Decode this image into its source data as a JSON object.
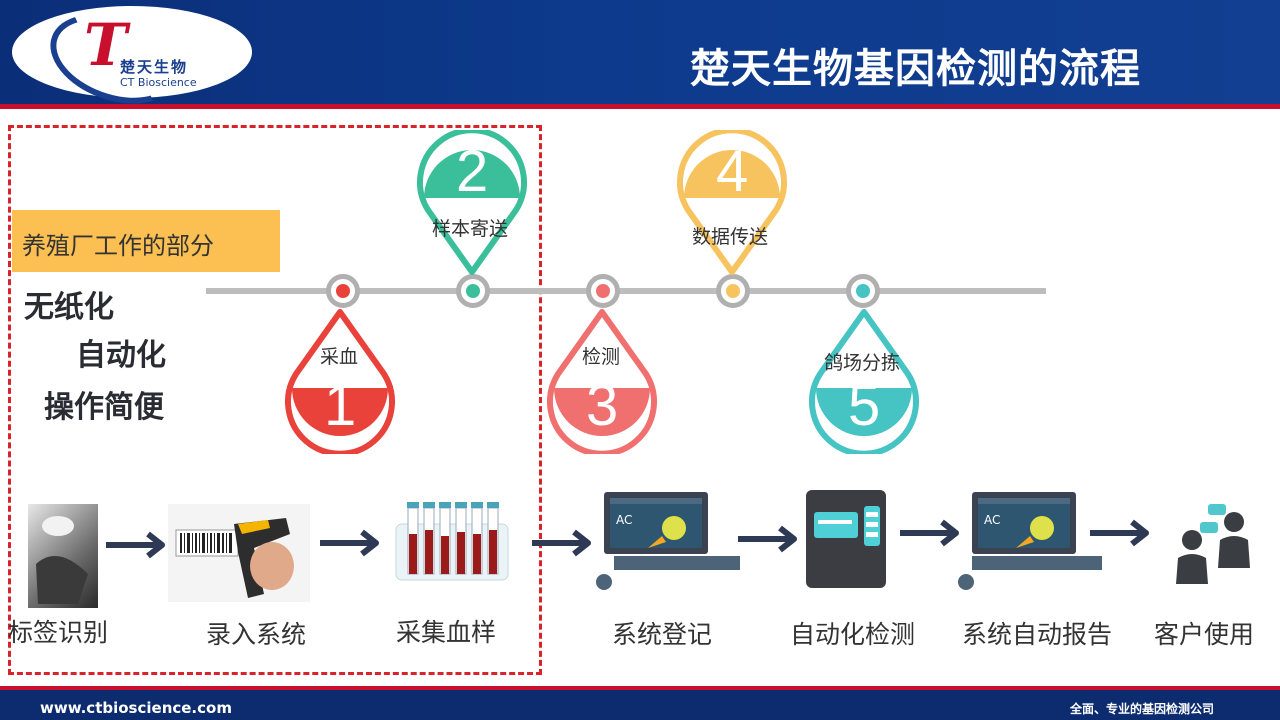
{
  "header": {
    "logo_letter": "T",
    "logo_cn": "楚天生物",
    "logo_en": "CT Bioscience",
    "title": "楚天生物基因检测的流程"
  },
  "farm": {
    "label": "养殖厂工作的部分",
    "features": [
      "无纸化",
      "自动化",
      "操作简便"
    ]
  },
  "milestones": [
    {
      "num": "1",
      "label": "采血",
      "color": "#e8423b"
    },
    {
      "num": "2",
      "label": "样本寄送",
      "color": "#3bbf9a"
    },
    {
      "num": "3",
      "label": "检测",
      "color": "#f07070"
    },
    {
      "num": "4",
      "label": "数据传送",
      "color": "#f7c35e"
    },
    {
      "num": "5",
      "label": "鸽场分拣",
      "color": "#46c3c3"
    }
  ],
  "steps": [
    "标签识别",
    "录入系统",
    "采集血样",
    "系统登记",
    "自动化检测",
    "系统自动报告",
    "客户使用"
  ],
  "screen_text": "AC",
  "footer": {
    "url": "www.ctbioscience.com",
    "slogan": "全面、专业的基因检测公司"
  },
  "colors": {
    "brand_blue": "#0d3a8c",
    "brand_red": "#c8102e",
    "timeline": "#bdbdbd",
    "arrow": "#2e3a55"
  }
}
